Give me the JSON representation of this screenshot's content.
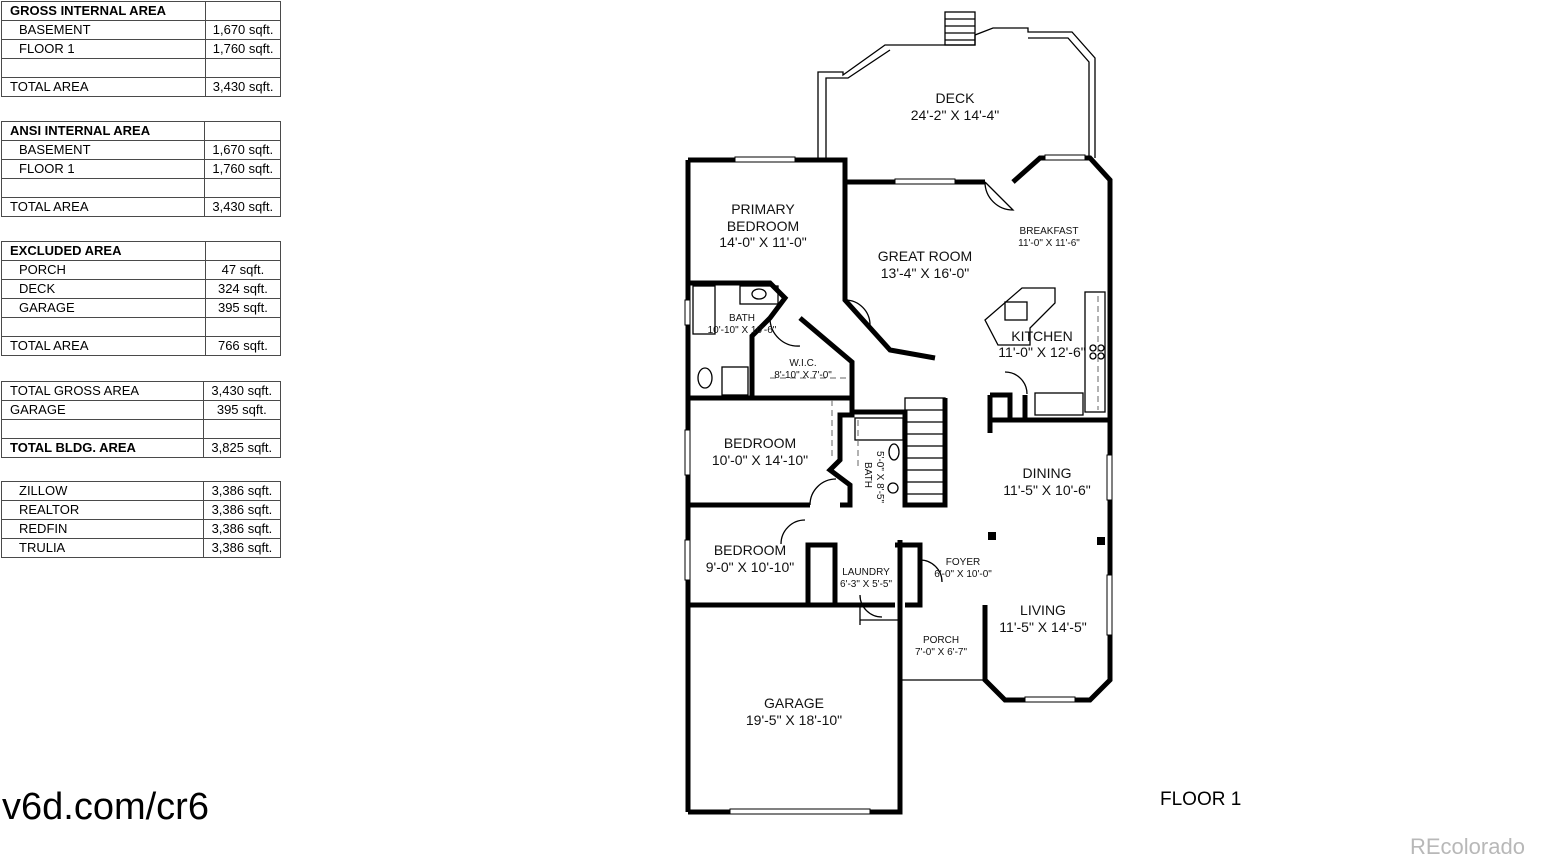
{
  "tables": {
    "gross": {
      "header": "GROSS INTERNAL AREA",
      "rows": [
        {
          "label": "BASEMENT",
          "value": "1,670 sqft."
        },
        {
          "label": "FLOOR 1",
          "value": "1,760 sqft."
        }
      ],
      "total_label": "TOTAL AREA",
      "total_value": "3,430 sqft."
    },
    "ansi": {
      "header": "ANSI INTERNAL AREA",
      "rows": [
        {
          "label": "BASEMENT",
          "value": "1,670 sqft."
        },
        {
          "label": "FLOOR 1",
          "value": "1,760 sqft."
        }
      ],
      "total_label": "TOTAL AREA",
      "total_value": "3,430 sqft."
    },
    "excluded": {
      "header": "EXCLUDED AREA",
      "rows": [
        {
          "label": "PORCH",
          "value": "47 sqft."
        },
        {
          "label": "DECK",
          "value": "324 sqft."
        },
        {
          "label": "GARAGE",
          "value": "395 sqft."
        }
      ],
      "total_label": "TOTAL AREA",
      "total_value": "766 sqft."
    },
    "summary": {
      "gross_label": "TOTAL GROSS AREA",
      "gross_value": "3,430 sqft.",
      "garage_label": "GARAGE",
      "garage_value": "395 sqft.",
      "bldg_label": "TOTAL BLDG. AREA",
      "bldg_value": "3,825 sqft."
    },
    "sites": {
      "rows": [
        {
          "label": "ZILLOW",
          "value": "3,386 sqft."
        },
        {
          "label": "REALTOR",
          "value": "3,386 sqft."
        },
        {
          "label": "REDFIN",
          "value": "3,386 sqft."
        },
        {
          "label": "TRULIA",
          "value": "3,386 sqft."
        }
      ]
    }
  },
  "url": "v6d.com/cr6",
  "floor_label": "FLOOR 1",
  "watermark": "REcolorado",
  "rooms": {
    "deck": {
      "name": "DECK",
      "dims": "24'-2\" X 14'-4\""
    },
    "primary": {
      "name1": "PRIMARY",
      "name2": "BEDROOM",
      "dims": "14'-0\" X 11'-0\""
    },
    "great": {
      "name": "GREAT ROOM",
      "dims": "13'-4\" X 16'-0\""
    },
    "breakfast": {
      "name": "BREAKFAST",
      "dims": "11'-0\" X 11'-6\""
    },
    "kitchen": {
      "name": "KITCHEN",
      "dims": "11'-0\" X 12'-6\""
    },
    "bath1": {
      "name": "BATH",
      "dims": "10'-10\" X 10'-6\""
    },
    "wic": {
      "name": "W.I.C.",
      "dims": "8'-10\" X 7'-0\""
    },
    "bedroom2": {
      "name": "BEDROOM",
      "dims": "10'-0\" X 14'-10\""
    },
    "bath2": {
      "name": "BATH",
      "dims": "5'-0\" X 8'-5\""
    },
    "dining": {
      "name": "DINING",
      "dims": "11'-5\" X 10'-6\""
    },
    "bedroom3": {
      "name": "BEDROOM",
      "dims": "9'-0\" X 10'-10\""
    },
    "laundry": {
      "name": "LAUNDRY",
      "dims": "6'-3\" X 5'-5\""
    },
    "foyer": {
      "name": "FOYER",
      "dims": "6'-0\" X 10'-0\""
    },
    "living": {
      "name": "LIVING",
      "dims": "11'-5\" X 14'-5\""
    },
    "porch": {
      "name": "PORCH",
      "dims": "7'-0\" X 6'-7\""
    },
    "garage": {
      "name": "GARAGE",
      "dims": "19'-5\" X 18'-10\""
    }
  }
}
